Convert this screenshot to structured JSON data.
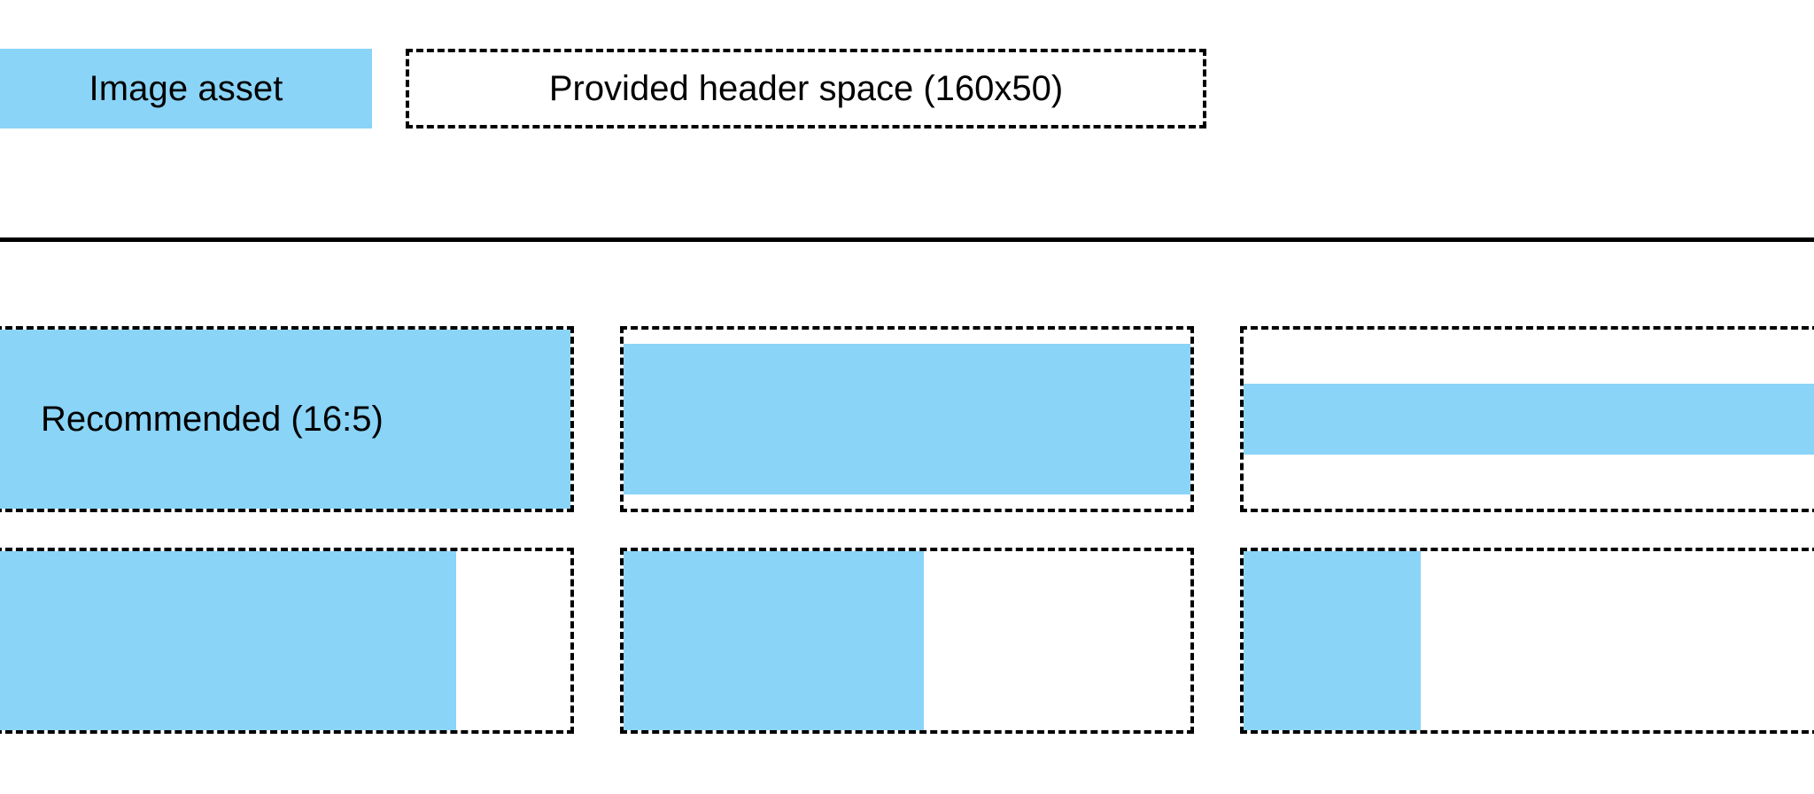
{
  "colors": {
    "fill_blue": "#8AD4F7",
    "outline_black": "#000000",
    "background_white": "#FFFFFF"
  },
  "header": {
    "asset_chip_label": "Image asset",
    "provided_space_label": "Provided header space (160x50)"
  },
  "grid": {
    "recommended_label": "Recommended (16:5)",
    "rows": [
      {
        "row_index": 1,
        "cells": [
          {
            "index": 0,
            "label": "Recommended (16:5)",
            "fill_width_pct": 100,
            "fill_height_pct": 100,
            "fill_align": "full"
          },
          {
            "index": 1,
            "label": "",
            "fill_width_pct": 100,
            "fill_height_pct": 84,
            "fill_align": "center-vertical"
          },
          {
            "index": 2,
            "label": "",
            "fill_width_pct": 100,
            "fill_height_pct": 40,
            "fill_align": "center-vertical"
          }
        ]
      },
      {
        "row_index": 2,
        "cells": [
          {
            "index": 0,
            "label": "",
            "fill_width_pct": 80,
            "fill_height_pct": 100,
            "fill_align": "left"
          },
          {
            "index": 1,
            "label": "",
            "fill_width_pct": 53,
            "fill_height_pct": 100,
            "fill_align": "left"
          },
          {
            "index": 2,
            "label": "",
            "fill_width_pct": 31,
            "fill_height_pct": 100,
            "fill_align": "left"
          }
        ]
      }
    ]
  }
}
